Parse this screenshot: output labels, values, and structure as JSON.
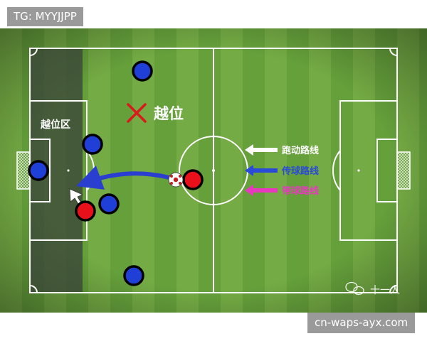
{
  "top_tag": "TG: MYYJJPP",
  "bottom_tag": "cn-waps-ayx.com",
  "diagram": {
    "offside_zone_label": "越位区",
    "offside_mark_label": "越位",
    "legend": [
      {
        "label": "跑动路线",
        "color": "#ffffff"
      },
      {
        "label": "传球路线",
        "color": "#2a4ad8"
      },
      {
        "label": "带球路线",
        "color": "#e838c0"
      }
    ],
    "watermark": "十一人"
  },
  "colors": {
    "grass_light": "#7ab048",
    "grass_dark": "#5f9538",
    "offside_zone": "#3c4a3a",
    "line": "#ffffff",
    "team_blue": "#1f3fd6",
    "team_red": "#e8101a",
    "cross_mark": "#d81a1a",
    "pass_arrow": "#2a3ecf"
  },
  "icons": {
    "ball": "soccer-ball-icon",
    "cross": "cross-mark-icon",
    "pointer": "cursor-arrow-icon",
    "watermark_logo": "wechat-icon"
  }
}
